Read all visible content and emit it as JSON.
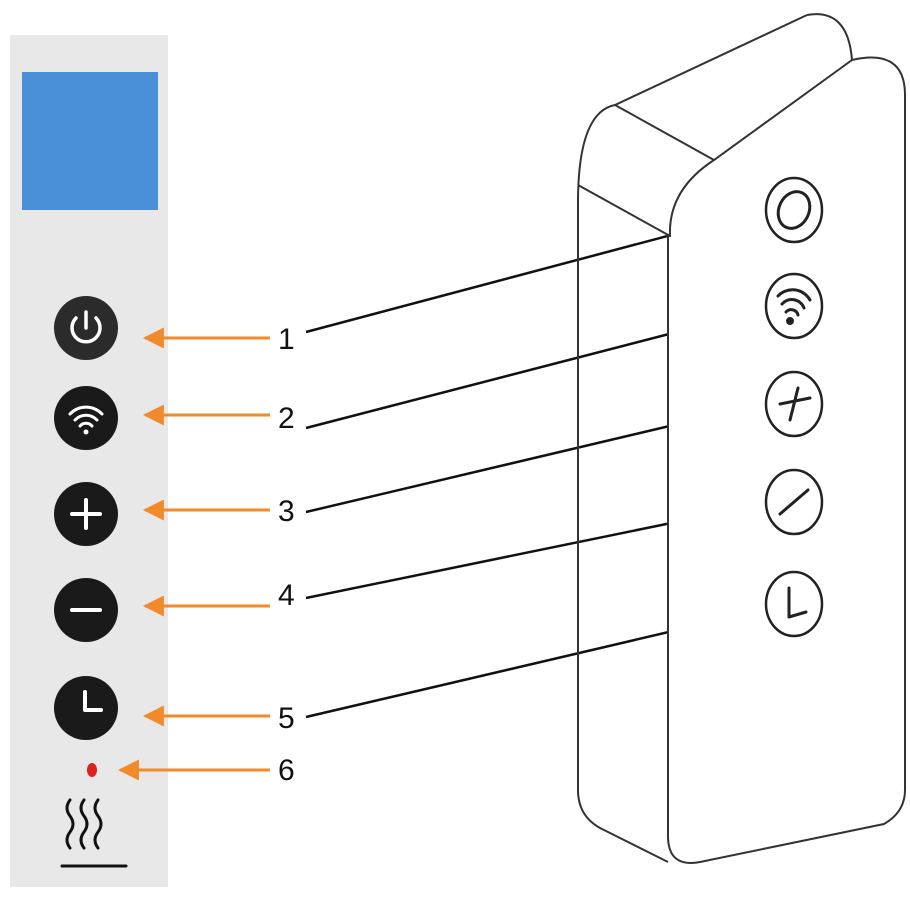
{
  "panel": {
    "buttons": [
      {
        "id": "power",
        "icon": "power-icon"
      },
      {
        "id": "wifi",
        "icon": "wifi-icon"
      },
      {
        "id": "plus",
        "icon": "plus-icon"
      },
      {
        "id": "minus",
        "icon": "minus-icon"
      },
      {
        "id": "timer",
        "icon": "clock-icon"
      }
    ],
    "indicator": {
      "icon": "red-led-dot",
      "color": "#e02020"
    },
    "heat_symbol": {
      "icon": "heat-waves-icon"
    },
    "display_color": "#4a90d9",
    "panel_color": "#e8e8e8"
  },
  "callouts": [
    "1",
    "2",
    "3",
    "4",
    "5",
    "6"
  ],
  "remote": {
    "buttons": [
      {
        "id": "power",
        "icon": "power-ring-icon"
      },
      {
        "id": "wifi",
        "icon": "wifi-icon"
      },
      {
        "id": "plus",
        "icon": "plus-icon"
      },
      {
        "id": "minus",
        "icon": "minus-icon"
      },
      {
        "id": "timer",
        "icon": "letter-l-icon"
      }
    ]
  },
  "colors": {
    "orange_arrow": "#f08a2a",
    "black_line": "#111111"
  }
}
